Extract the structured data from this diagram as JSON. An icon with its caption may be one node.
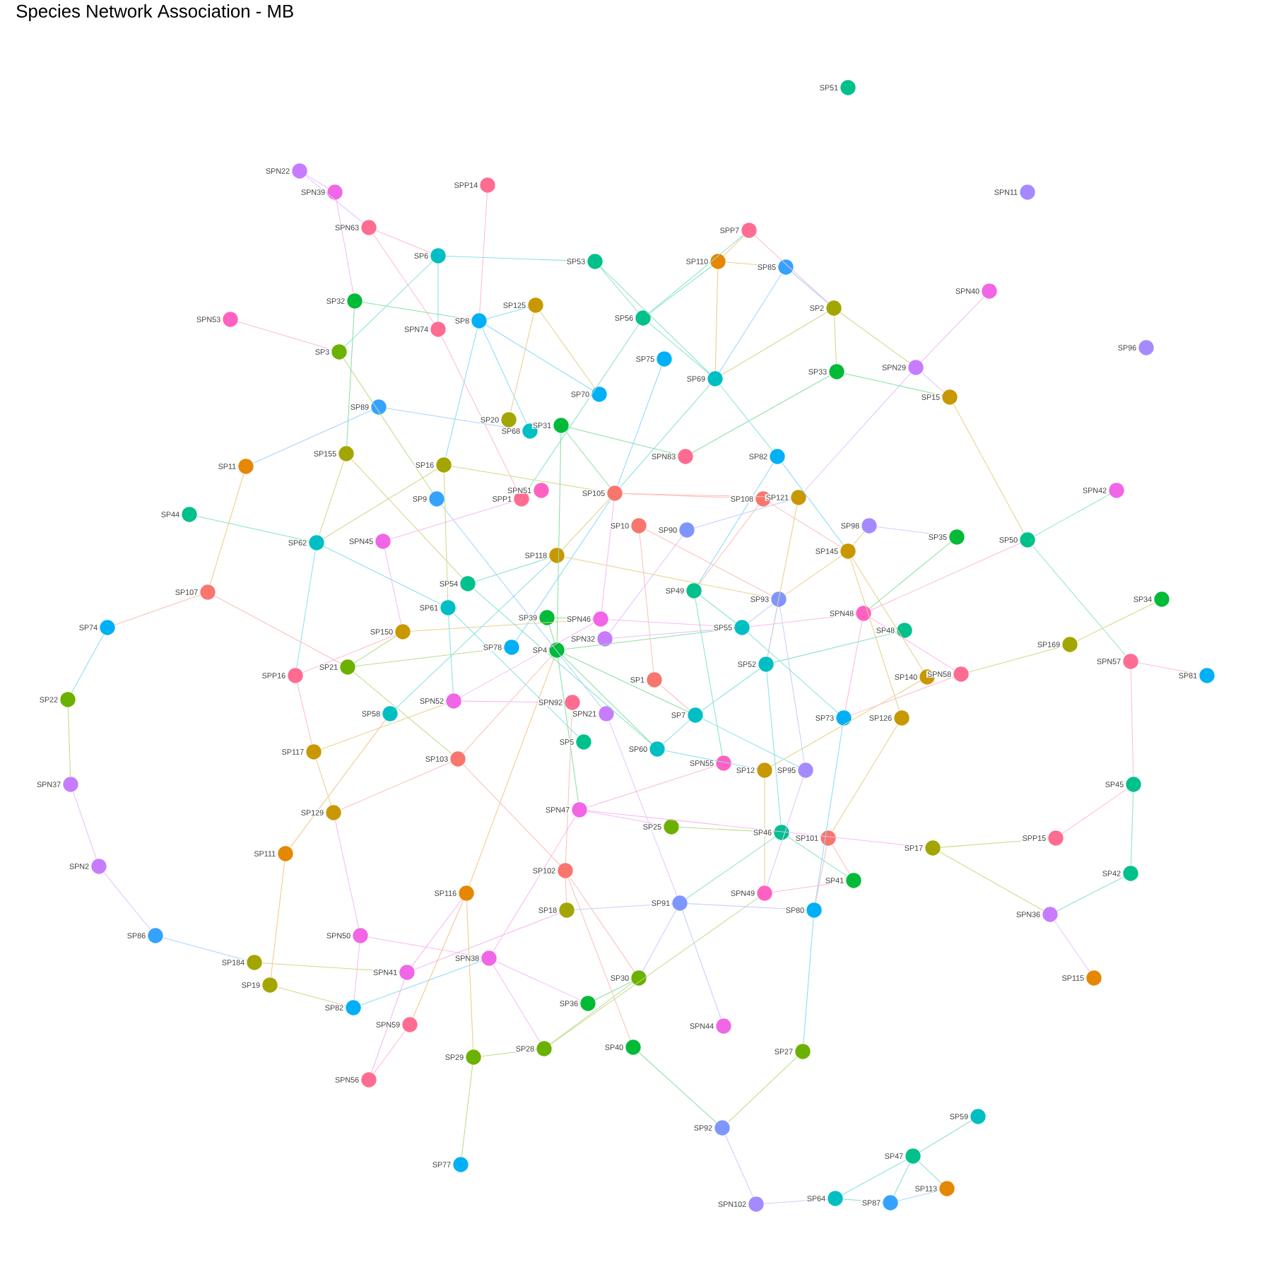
{
  "diagram": {
    "title": "Species Network Association - MB",
    "nodes": [
      {
        "text": [],
        "shape": "circle",
        "beside": [
          "SP51"
        ]
      },
      {
        "text": [],
        "shape": "circle",
        "beside": [
          "SPN22"
        ]
      },
      {
        "text": [],
        "shape": "circle",
        "beside": [
          "SPN39"
        ]
      },
      {
        "text": [],
        "shape": "circle",
        "beside": [
          "SPP14"
        ]
      },
      {
        "text": [],
        "shape": "circle",
        "beside": [
          "SPN11"
        ]
      },
      {
        "text": [],
        "shape": "circle",
        "beside": [
          "SPN63"
        ]
      },
      {
        "text": [],
        "shape": "circle",
        "beside": [
          "SPP7"
        ]
      },
      {
        "text": [],
        "shape": "circle",
        "beside": [
          "SP6"
        ]
      },
      {
        "text": [],
        "shape": "circle",
        "beside": [
          "SP110"
        ]
      },
      {
        "text": [],
        "shape": "circle",
        "beside": [
          "SP53"
        ]
      },
      {
        "text": [],
        "shape": "circle",
        "beside": [
          "SP85"
        ]
      },
      {
        "text": [],
        "shape": "circle",
        "beside": [
          "SPN40"
        ]
      },
      {
        "text": [],
        "shape": "circle",
        "beside": [
          "SP32"
        ]
      },
      {
        "text": [],
        "shape": "circle",
        "beside": [
          "SP125"
        ]
      },
      {
        "text": [],
        "shape": "circle",
        "beside": [
          "SP2"
        ]
      },
      {
        "text": [],
        "shape": "circle",
        "beside": [
          "SPN53"
        ]
      },
      {
        "text": [],
        "shape": "circle",
        "beside": [
          "SPN74"
        ]
      },
      {
        "text": [],
        "shape": "circle",
        "beside": [
          "SP8"
        ]
      },
      {
        "text": [],
        "shape": "circle",
        "beside": [
          "SP56"
        ]
      },
      {
        "text": [],
        "shape": "circle",
        "beside": [
          "SP3"
        ]
      },
      {
        "text": [],
        "shape": "circle",
        "beside": [
          "SP96"
        ]
      },
      {
        "text": [],
        "shape": "circle",
        "beside": [
          "SP75"
        ]
      },
      {
        "text": [],
        "shape": "circle",
        "beside": [
          "SP69"
        ]
      },
      {
        "text": [],
        "shape": "circle",
        "beside": [
          "SP33"
        ]
      },
      {
        "text": [],
        "shape": "circle",
        "beside": [
          "SPN29"
        ]
      },
      {
        "text": [],
        "shape": "circle",
        "beside": [
          "SP15"
        ]
      },
      {
        "text": [],
        "shape": "circle",
        "beside": [
          "SP70"
        ]
      },
      {
        "text": [],
        "shape": "circle",
        "beside": [
          "SP89"
        ]
      },
      {
        "text": [],
        "shape": "circle",
        "beside": [
          "SP20"
        ]
      },
      {
        "text": [],
        "shape": "circle",
        "beside": [
          "SP68"
        ]
      },
      {
        "text": [],
        "shape": "circle",
        "beside": [
          "SP31"
        ]
      },
      {
        "text": [],
        "shape": "circle",
        "beside": [
          "SPN83"
        ]
      },
      {
        "text": [],
        "shape": "circle",
        "beside": [
          "SP82"
        ]
      },
      {
        "text": [],
        "shape": "circle",
        "beside": [
          "SP155"
        ]
      },
      {
        "text": [],
        "shape": "circle",
        "beside": [
          "SP11"
        ]
      },
      {
        "text": [],
        "shape": "circle",
        "beside": [
          "SP16"
        ]
      },
      {
        "text": [],
        "shape": "circle",
        "beside": [
          "SPN51"
        ]
      },
      {
        "text": [],
        "shape": "circle",
        "beside": [
          "SPP1"
        ]
      },
      {
        "text": [],
        "shape": "circle",
        "beside": [
          "SP105"
        ]
      },
      {
        "text": [],
        "shape": "circle",
        "beside": [
          "SP9"
        ]
      },
      {
        "text": [],
        "shape": "circle",
        "beside": [
          "SP108"
        ]
      },
      {
        "text": [],
        "shape": "circle",
        "beside": [
          "SP121"
        ]
      },
      {
        "text": [],
        "shape": "circle",
        "beside": [
          "SPN42"
        ]
      },
      {
        "text": [],
        "shape": "circle",
        "beside": [
          "SP44"
        ]
      },
      {
        "text": [],
        "shape": "circle",
        "beside": [
          "SP10"
        ]
      },
      {
        "text": [],
        "shape": "circle",
        "beside": [
          "SP90"
        ]
      },
      {
        "text": [],
        "shape": "circle",
        "beside": [
          "SP98"
        ]
      },
      {
        "text": [],
        "shape": "circle",
        "beside": [
          "SP35"
        ]
      },
      {
        "text": [],
        "shape": "circle",
        "beside": [
          "SP62"
        ]
      },
      {
        "text": [],
        "shape": "circle",
        "beside": [
          "SPN45"
        ]
      },
      {
        "text": [],
        "shape": "circle",
        "beside": [
          "SP50"
        ]
      },
      {
        "text": [],
        "shape": "circle",
        "beside": [
          "SP107"
        ]
      },
      {
        "text": [],
        "shape": "circle",
        "beside": [
          "SP118"
        ]
      },
      {
        "text": [],
        "shape": "circle",
        "beside": [
          "SP145"
        ]
      },
      {
        "text": [],
        "shape": "circle",
        "beside": [
          "SP54"
        ]
      },
      {
        "text": [],
        "shape": "circle",
        "beside": [
          "SP49"
        ]
      },
      {
        "text": [],
        "shape": "circle",
        "beside": [
          "SP61"
        ]
      },
      {
        "text": [],
        "shape": "circle",
        "beside": [
          "SP93"
        ]
      },
      {
        "text": [],
        "shape": "circle",
        "beside": [
          "SP34"
        ]
      },
      {
        "text": [],
        "shape": "circle",
        "beside": [
          "SP74"
        ]
      },
      {
        "text": [],
        "shape": "circle",
        "beside": [
          "SP39"
        ]
      },
      {
        "text": [],
        "shape": "circle",
        "beside": [
          "SPN46"
        ]
      },
      {
        "text": [],
        "shape": "circle",
        "beside": [
          "SPN48"
        ]
      },
      {
        "text": [],
        "shape": "circle",
        "beside": [
          "SP150"
        ]
      },
      {
        "text": [],
        "shape": "circle",
        "beside": [
          "SP55"
        ]
      },
      {
        "text": [],
        "shape": "circle",
        "beside": [
          "SP48"
        ]
      },
      {
        "text": [],
        "shape": "circle",
        "beside": [
          "SPN32"
        ]
      },
      {
        "text": [],
        "shape": "circle",
        "beside": [
          "SP169"
        ]
      },
      {
        "text": [],
        "shape": "circle",
        "beside": [
          "SP78"
        ]
      },
      {
        "text": [],
        "shape": "circle",
        "beside": [
          "SP4"
        ]
      },
      {
        "text": [],
        "shape": "circle",
        "beside": [
          "SPN57"
        ]
      },
      {
        "text": [],
        "shape": "circle",
        "beside": [
          "SP21"
        ]
      },
      {
        "text": [],
        "shape": "circle",
        "beside": [
          "SPP16"
        ]
      },
      {
        "text": [],
        "shape": "circle",
        "beside": [
          "SP52"
        ]
      },
      {
        "text": [],
        "shape": "circle",
        "beside": [
          "SP81"
        ]
      },
      {
        "text": [],
        "shape": "circle",
        "beside": [
          "SPN58"
        ]
      },
      {
        "text": [],
        "shape": "circle",
        "beside": [
          "SP140"
        ]
      },
      {
        "text": [],
        "shape": "circle",
        "beside": [
          "SP1"
        ]
      },
      {
        "text": [],
        "shape": "circle",
        "beside": [
          "SP22"
        ]
      },
      {
        "text": [],
        "shape": "circle",
        "beside": [
          "SPN52"
        ]
      },
      {
        "text": [],
        "shape": "circle",
        "beside": [
          "SPN92"
        ]
      },
      {
        "text": [],
        "shape": "circle",
        "beside": [
          "SPN21"
        ]
      },
      {
        "text": [],
        "shape": "circle",
        "beside": [
          "SP58"
        ]
      },
      {
        "text": [],
        "shape": "circle",
        "beside": [
          "SP7"
        ]
      },
      {
        "text": [],
        "shape": "circle",
        "beside": [
          "SP73"
        ]
      },
      {
        "text": [],
        "shape": "circle",
        "beside": [
          "SP126"
        ]
      },
      {
        "text": [],
        "shape": "circle",
        "beside": [
          "SP5"
        ]
      },
      {
        "text": [],
        "shape": "circle",
        "beside": [
          "SP60"
        ]
      },
      {
        "text": [],
        "shape": "circle",
        "beside": [
          "SP117"
        ]
      },
      {
        "text": [],
        "shape": "circle",
        "beside": [
          "SP103"
        ]
      },
      {
        "text": [],
        "shape": "circle",
        "beside": [
          "SPN55"
        ]
      },
      {
        "text": [],
        "shape": "circle",
        "beside": [
          "SP12"
        ]
      },
      {
        "text": [],
        "shape": "circle",
        "beside": [
          "SP95"
        ]
      },
      {
        "text": [],
        "shape": "circle",
        "beside": [
          "SPN37"
        ]
      },
      {
        "text": [],
        "shape": "circle",
        "beside": [
          "SP45"
        ]
      },
      {
        "text": [],
        "shape": "circle",
        "beside": [
          "SPN47"
        ]
      },
      {
        "text": [],
        "shape": "circle",
        "beside": [
          "SP129"
        ]
      },
      {
        "text": [],
        "shape": "circle",
        "beside": [
          "SP25"
        ]
      },
      {
        "text": [],
        "shape": "circle",
        "beside": [
          "SP46"
        ]
      },
      {
        "text": [],
        "shape": "circle",
        "beside": [
          "SP101"
        ]
      },
      {
        "text": [],
        "shape": "circle",
        "beside": [
          "SPP15"
        ]
      },
      {
        "text": [],
        "shape": "circle",
        "beside": [
          "SP17"
        ]
      },
      {
        "text": [],
        "shape": "circle",
        "beside": [
          "SP111"
        ]
      },
      {
        "text": [],
        "shape": "circle",
        "beside": [
          "SPN2"
        ]
      },
      {
        "text": [],
        "shape": "circle",
        "beside": [
          "SP102"
        ]
      },
      {
        "text": [],
        "shape": "circle",
        "beside": [
          "SP42"
        ]
      },
      {
        "text": [],
        "shape": "circle",
        "beside": [
          "SP41"
        ]
      },
      {
        "text": [],
        "shape": "circle",
        "beside": [
          "SPN49"
        ]
      },
      {
        "text": [],
        "shape": "circle",
        "beside": [
          "SP116"
        ]
      },
      {
        "text": [],
        "shape": "circle",
        "beside": [
          "SP91"
        ]
      },
      {
        "text": [],
        "shape": "circle",
        "beside": [
          "SP80"
        ]
      },
      {
        "text": [],
        "shape": "circle",
        "beside": [
          "SP18"
        ]
      },
      {
        "text": [],
        "shape": "circle",
        "beside": [
          "SPN36"
        ]
      },
      {
        "text": [],
        "shape": "circle",
        "beside": [
          "SP86"
        ]
      },
      {
        "text": [],
        "shape": "circle",
        "beside": [
          "SPN50"
        ]
      },
      {
        "text": [],
        "shape": "circle",
        "beside": [
          "SP184"
        ]
      },
      {
        "text": [],
        "shape": "circle",
        "beside": [
          "SPN38"
        ]
      },
      {
        "text": [],
        "shape": "circle",
        "beside": [
          "SPN41"
        ]
      },
      {
        "text": [],
        "shape": "circle",
        "beside": [
          "SP30"
        ]
      },
      {
        "text": [],
        "shape": "circle",
        "beside": [
          "SP19"
        ]
      },
      {
        "text": [],
        "shape": "circle",
        "beside": [
          "SP115"
        ]
      },
      {
        "text": [],
        "shape": "circle",
        "beside": [
          "SP82"
        ]
      },
      {
        "text": [],
        "shape": "circle",
        "beside": [
          "SP36"
        ]
      },
      {
        "text": [],
        "shape": "circle",
        "beside": [
          "SPN59"
        ]
      },
      {
        "text": [],
        "shape": "circle",
        "beside": [
          "SPN44"
        ]
      },
      {
        "text": [],
        "shape": "circle",
        "beside": [
          "SP29"
        ]
      },
      {
        "text": [],
        "shape": "circle",
        "beside": [
          "SP28"
        ]
      },
      {
        "text": [],
        "shape": "circle",
        "beside": [
          "SP40"
        ]
      },
      {
        "text": [],
        "shape": "circle",
        "beside": [
          "SP27"
        ]
      },
      {
        "text": [],
        "shape": "circle",
        "beside": [
          "SPN56"
        ]
      },
      {
        "text": [],
        "shape": "circle",
        "beside": [
          "SP59"
        ]
      },
      {
        "text": [],
        "shape": "circle",
        "beside": [
          "SP92"
        ]
      },
      {
        "text": [],
        "shape": "circle",
        "beside": [
          "SP47"
        ]
      },
      {
        "text": [],
        "shape": "circle",
        "beside": [
          "SP77"
        ]
      },
      {
        "text": [],
        "shape": "circle",
        "beside": [
          "SP113"
        ]
      },
      {
        "text": [],
        "shape": "circle",
        "beside": [
          "SP64"
        ]
      },
      {
        "text": [],
        "shape": "circle",
        "beside": [
          "SP87"
        ]
      },
      {
        "text": [],
        "shape": "circle",
        "beside": [
          "SPN102"
        ]
      }
    ],
    "edges": [
      {
        "from": 1,
        "to": 2,
        "arrow": "none",
        "color": "#e6c4ff"
      },
      {
        "from": 1,
        "to": 5,
        "arrow": "none",
        "color": "#e6c4ff"
      },
      {
        "from": 2,
        "to": 12,
        "arrow": "none",
        "color": "#f8baf4"
      },
      {
        "from": 5,
        "to": 7,
        "arrow": "none",
        "color": "#ffbdce"
      },
      {
        "from": 5,
        "to": 16,
        "arrow": "none",
        "color": "#ffbdce"
      },
      {
        "from": 16,
        "to": 37,
        "arrow": "none",
        "color": "#ffbdce"
      },
      {
        "from": 3,
        "to": 17,
        "arrow": "none",
        "color": "#ffbdce"
      },
      {
        "from": 7,
        "to": 9,
        "arrow": "none",
        "color": "#8ce2e4"
      },
      {
        "from": 7,
        "to": 16,
        "arrow": "none",
        "color": "#8ce2e4"
      },
      {
        "from": 7,
        "to": 19,
        "arrow": "none",
        "color": "#8ce2e4"
      },
      {
        "from": 12,
        "to": 17,
        "arrow": "none",
        "color": "#8ce0a5"
      },
      {
        "from": 12,
        "to": 33,
        "arrow": "none",
        "color": "#8ce0a5"
      },
      {
        "from": 15,
        "to": 19,
        "arrow": "none",
        "color": "#ffb8e4"
      },
      {
        "from": 19,
        "to": 39,
        "arrow": "none",
        "color": "#bcdc8c"
      },
      {
        "from": 17,
        "to": 13,
        "arrow": "none",
        "color": "#8cdbfb"
      },
      {
        "from": 17,
        "to": 26,
        "arrow": "none",
        "color": "#8cdbfb"
      },
      {
        "from": 17,
        "to": 29,
        "arrow": "none",
        "color": "#8cdbfb"
      },
      {
        "from": 17,
        "to": 35,
        "arrow": "none",
        "color": "#8cdbfb"
      },
      {
        "from": 13,
        "to": 28,
        "arrow": "none",
        "color": "#e7d18c"
      },
      {
        "from": 13,
        "to": 26,
        "arrow": "none",
        "color": "#e7d18c"
      },
      {
        "from": 27,
        "to": 29,
        "arrow": "none",
        "color": "#a4d5ff"
      },
      {
        "from": 27,
        "to": 34,
        "arrow": "none",
        "color": "#a4d5ff"
      },
      {
        "from": 30,
        "to": 31,
        "arrow": "none",
        "color": "#8ce0a5"
      },
      {
        "from": 30,
        "to": 38,
        "arrow": "none",
        "color": "#8ce0a5"
      },
      {
        "from": 18,
        "to": 37,
        "arrow": "none",
        "color": "#8ce3cb"
      },
      {
        "from": 9,
        "to": 18,
        "arrow": "none",
        "color": "#8ce3cb"
      },
      {
        "from": 9,
        "to": 22,
        "arrow": "none",
        "color": "#8ce3cb"
      },
      {
        "from": 18,
        "to": 6,
        "arrow": "none",
        "color": "#8ce3cb"
      },
      {
        "from": 18,
        "to": 8,
        "arrow": "none",
        "color": "#8ce3cb"
      },
      {
        "from": 18,
        "to": 22,
        "arrow": "none",
        "color": "#8ce3cb"
      },
      {
        "from": 8,
        "to": 6,
        "arrow": "none",
        "color": "#f3c98c"
      },
      {
        "from": 8,
        "to": 10,
        "arrow": "none",
        "color": "#f3c98c"
      },
      {
        "from": 8,
        "to": 22,
        "arrow": "none",
        "color": "#f3c98c"
      },
      {
        "from": 6,
        "to": 14,
        "arrow": "none",
        "color": "#ffbdce"
      },
      {
        "from": 10,
        "to": 14,
        "arrow": "none",
        "color": "#a4d5ff"
      },
      {
        "from": 10,
        "to": 22,
        "arrow": "none",
        "color": "#a4d5ff"
      },
      {
        "from": 14,
        "to": 22,
        "arrow": "none",
        "color": "#d6d68c"
      },
      {
        "from": 14,
        "to": 23,
        "arrow": "none",
        "color": "#d6d68c"
      },
      {
        "from": 14,
        "to": 24,
        "arrow": "none",
        "color": "#d6d68c"
      },
      {
        "from": 24,
        "to": 25,
        "arrow": "none",
        "color": "#e6c4ff"
      },
      {
        "from": 11,
        "to": 24,
        "arrow": "none",
        "color": "#f8baf4"
      },
      {
        "from": 24,
        "to": 41,
        "arrow": "none",
        "color": "#e6c4ff"
      },
      {
        "from": 23,
        "to": 25,
        "arrow": "none",
        "color": "#8ce0a5"
      },
      {
        "from": 23,
        "to": 31,
        "arrow": "none",
        "color": "#8ce0a5"
      },
      {
        "from": 22,
        "to": 32,
        "arrow": "none",
        "color": "#8ce2e4"
      },
      {
        "from": 22,
        "to": 38,
        "arrow": "none",
        "color": "#8ce2e4"
      },
      {
        "from": 21,
        "to": 38,
        "arrow": "none",
        "color": "#8cdbfb"
      },
      {
        "from": 25,
        "to": 50,
        "arrow": "none",
        "color": "#e7d18c"
      },
      {
        "from": 32,
        "to": 55,
        "arrow": "none",
        "color": "#8cdbfb"
      },
      {
        "from": 32,
        "to": 53,
        "arrow": "none",
        "color": "#8cdbfb"
      },
      {
        "from": 38,
        "to": 40,
        "arrow": "none",
        "color": "#fcc1bd"
      },
      {
        "from": 38,
        "to": 41,
        "arrow": "none",
        "color": "#fcc1bd"
      },
      {
        "from": 35,
        "to": 38,
        "arrow": "none",
        "color": "#d6d68c"
      },
      {
        "from": 35,
        "to": 48,
        "arrow": "none",
        "color": "#d6d68c"
      },
      {
        "from": 35,
        "to": 56,
        "arrow": "none",
        "color": "#d6d68c"
      },
      {
        "from": 33,
        "to": 48,
        "arrow": "none",
        "color": "#d6d68c"
      },
      {
        "from": 33,
        "to": 54,
        "arrow": "none",
        "color": "#d6d68c"
      },
      {
        "from": 34,
        "to": 51,
        "arrow": "none",
        "color": "#f3c98c"
      },
      {
        "from": 43,
        "to": 48,
        "arrow": "none",
        "color": "#8ce3cb"
      },
      {
        "from": 48,
        "to": 56,
        "arrow": "none",
        "color": "#8ce2e4"
      },
      {
        "from": 48,
        "to": 72,
        "arrow": "none",
        "color": "#8ce2e4"
      },
      {
        "from": 49,
        "to": 37,
        "arrow": "none",
        "color": "#f8baf4"
      },
      {
        "from": 49,
        "to": 63,
        "arrow": "none",
        "color": "#f8baf4"
      },
      {
        "from": 51,
        "to": 59,
        "arrow": "none",
        "color": "#fcc1bd"
      },
      {
        "from": 51,
        "to": 71,
        "arrow": "none",
        "color": "#fcc1bd"
      },
      {
        "from": 59,
        "to": 78,
        "arrow": "none",
        "color": "#8cdbfb"
      },
      {
        "from": 78,
        "to": 93,
        "arrow": "none",
        "color": "#bcdc8c"
      },
      {
        "from": 93,
        "to": 103,
        "arrow": "none",
        "color": "#e6c4ff"
      },
      {
        "from": 103,
        "to": 113,
        "arrow": "none",
        "color": "#e6c4ff"
      },
      {
        "from": 113,
        "to": 115,
        "arrow": "none",
        "color": "#a4d5ff"
      },
      {
        "from": 115,
        "to": 117,
        "arrow": "none",
        "color": "#d6d68c"
      },
      {
        "from": 102,
        "to": 119,
        "arrow": "none",
        "color": "#f3c98c"
      },
      {
        "from": 102,
        "to": 82,
        "arrow": "none",
        "color": "#f3c98c"
      },
      {
        "from": 119,
        "to": 121,
        "arrow": "none",
        "color": "#d6d68c"
      },
      {
        "from": 114,
        "to": 121,
        "arrow": "none",
        "color": "#f8baf4"
      },
      {
        "from": 114,
        "to": 96,
        "arrow": "none",
        "color": "#f8baf4"
      },
      {
        "from": 114,
        "to": 116,
        "arrow": "none",
        "color": "#f8baf4"
      },
      {
        "from": 121,
        "to": 116,
        "arrow": "none",
        "color": "#8cdbfb"
      },
      {
        "from": 117,
        "to": 108,
        "arrow": "none",
        "color": "#f8baf4"
      },
      {
        "from": 117,
        "to": 111,
        "arrow": "none",
        "color": "#f8baf4"
      },
      {
        "from": 117,
        "to": 129,
        "arrow": "none",
        "color": "#f8baf4"
      },
      {
        "from": 108,
        "to": 123,
        "arrow": "none",
        "color": "#f3c98c"
      },
      {
        "from": 123,
        "to": 129,
        "arrow": "none",
        "color": "#ffbdce"
      },
      {
        "from": 108,
        "to": 125,
        "arrow": "none",
        "color": "#f3c98c"
      },
      {
        "from": 108,
        "to": 69,
        "arrow": "none",
        "color": "#f3c98c"
      },
      {
        "from": 116,
        "to": 122,
        "arrow": "none",
        "color": "#f8baf4"
      },
      {
        "from": 116,
        "to": 126,
        "arrow": "none",
        "color": "#f8baf4"
      },
      {
        "from": 116,
        "to": 95,
        "arrow": "none",
        "color": "#f8baf4"
      },
      {
        "from": 125,
        "to": 126,
        "arrow": "none",
        "color": "#bcdc8c"
      },
      {
        "from": 125,
        "to": 133,
        "arrow": "none",
        "color": "#bcdc8c"
      },
      {
        "from": 126,
        "to": 118,
        "arrow": "none",
        "color": "#bcdc8c"
      },
      {
        "from": 126,
        "to": 107,
        "arrow": "none",
        "color": "#bcdc8c"
      },
      {
        "from": 122,
        "to": 118,
        "arrow": "none",
        "color": "#8ce0a5"
      },
      {
        "from": 104,
        "to": 127,
        "arrow": "none",
        "color": "#fcc1bd"
      },
      {
        "from": 104,
        "to": 111,
        "arrow": "none",
        "color": "#fcc1bd"
      },
      {
        "from": 104,
        "to": 118,
        "arrow": "none",
        "color": "#fcc1bd"
      },
      {
        "from": 104,
        "to": 80,
        "arrow": "none",
        "color": "#fcc1bd"
      },
      {
        "from": 89,
        "to": 96,
        "arrow": "none",
        "color": "#fcc1bd"
      },
      {
        "from": 89,
        "to": 104,
        "arrow": "none",
        "color": "#fcc1bd"
      },
      {
        "from": 89,
        "to": 69,
        "arrow": "none",
        "color": "#fcc1bd"
      },
      {
        "from": 88,
        "to": 79,
        "arrow": "none",
        "color": "#e7d18c"
      },
      {
        "from": 72,
        "to": 88,
        "arrow": "none",
        "color": "#ffbdce"
      },
      {
        "from": 88,
        "to": 96,
        "arrow": "none",
        "color": "#e7d18c"
      },
      {
        "from": 71,
        "to": 63,
        "arrow": "none",
        "color": "#bcdc8c"
      },
      {
        "from": 71,
        "to": 68,
        "arrow": "none",
        "color": "#bcdc8c"
      },
      {
        "from": 72,
        "to": 63,
        "arrow": "none",
        "color": "#ffbdce"
      },
      {
        "from": 71,
        "to": 89,
        "arrow": "none",
        "color": "#bcdc8c"
      },
      {
        "from": 63,
        "to": 61,
        "arrow": "none",
        "color": "#e7d18c"
      },
      {
        "from": 54,
        "to": 52,
        "arrow": "none",
        "color": "#8ce3cb"
      },
      {
        "from": 54,
        "to": 87,
        "arrow": "none",
        "color": "#8ce3cb"
      },
      {
        "from": 56,
        "to": 79,
        "arrow": "none",
        "color": "#8ce2e4"
      },
      {
        "from": 56,
        "to": 86,
        "arrow": "none",
        "color": "#8ce2e4"
      },
      {
        "from": 39,
        "to": 81,
        "arrow": "none",
        "color": "#a4d5ff"
      },
      {
        "from": 79,
        "to": 80,
        "arrow": "none",
        "color": "#f8baf4"
      },
      {
        "from": 79,
        "to": 61,
        "arrow": "none",
        "color": "#f8baf4"
      },
      {
        "from": 82,
        "to": 52,
        "arrow": "none",
        "color": "#8ce2e4"
      },
      {
        "from": 68,
        "to": 38,
        "arrow": "none",
        "color": "#8cdbfb"
      },
      {
        "from": 69,
        "to": 60,
        "arrow": "none",
        "color": "#8ce0a5"
      },
      {
        "from": 69,
        "to": 64,
        "arrow": "none",
        "color": "#8ce0a5"
      },
      {
        "from": 69,
        "to": 83,
        "arrow": "none",
        "color": "#8ce0a5"
      },
      {
        "from": 69,
        "to": 87,
        "arrow": "none",
        "color": "#8ce0a5"
      },
      {
        "from": 69,
        "to": 95,
        "arrow": "none",
        "color": "#8ce0a5"
      },
      {
        "from": 69,
        "to": 30,
        "arrow": "none",
        "color": "#8ce0a5"
      },
      {
        "from": 60,
        "to": 61,
        "arrow": "none",
        "color": "#8ce0a5"
      },
      {
        "from": 52,
        "to": 38,
        "arrow": "none",
        "color": "#e7d18c"
      },
      {
        "from": 52,
        "to": 57,
        "arrow": "none",
        "color": "#e7d18c"
      },
      {
        "from": 61,
        "to": 64,
        "arrow": "none",
        "color": "#f8baf4"
      },
      {
        "from": 61,
        "to": 38,
        "arrow": "none",
        "color": "#f8baf4"
      },
      {
        "from": 66,
        "to": 64,
        "arrow": "none",
        "color": "#e6c4ff"
      },
      {
        "from": 66,
        "to": 45,
        "arrow": "none",
        "color": "#e6c4ff"
      },
      {
        "from": 44,
        "to": 77,
        "arrow": "none",
        "color": "#fcc1bd"
      },
      {
        "from": 44,
        "to": 57,
        "arrow": "none",
        "color": "#fcc1bd"
      },
      {
        "from": 45,
        "to": 41,
        "arrow": "none",
        "color": "#c5d0ff"
      },
      {
        "from": 55,
        "to": 64,
        "arrow": "none",
        "color": "#8ce3cb"
      },
      {
        "from": 55,
        "to": 90,
        "arrow": "none",
        "color": "#8ce3cb"
      },
      {
        "from": 40,
        "to": 55,
        "arrow": "none",
        "color": "#fcc1bd"
      },
      {
        "from": 40,
        "to": 53,
        "arrow": "none",
        "color": "#fcc1bd"
      },
      {
        "from": 41,
        "to": 73,
        "arrow": "none",
        "color": "#e7d18c"
      },
      {
        "from": 53,
        "to": 46,
        "arrow": "none",
        "color": "#e7d18c"
      },
      {
        "from": 53,
        "to": 57,
        "arrow": "none",
        "color": "#e7d18c"
      },
      {
        "from": 53,
        "to": 76,
        "arrow": "none",
        "color": "#e7d18c"
      },
      {
        "from": 53,
        "to": 85,
        "arrow": "none",
        "color": "#e7d18c"
      },
      {
        "from": 46,
        "to": 47,
        "arrow": "none",
        "color": "#d6caff"
      },
      {
        "from": 47,
        "to": 62,
        "arrow": "none",
        "color": "#8ce0a5"
      },
      {
        "from": 62,
        "to": 50,
        "arrow": "none",
        "color": "#ffb8e4"
      },
      {
        "from": 62,
        "to": 64,
        "arrow": "none",
        "color": "#ffb8e4"
      },
      {
        "from": 62,
        "to": 75,
        "arrow": "none",
        "color": "#ffb8e4"
      },
      {
        "from": 62,
        "to": 84,
        "arrow": "none",
        "color": "#ffb8e4"
      },
      {
        "from": 57,
        "to": 73,
        "arrow": "none",
        "color": "#c5d0ff"
      },
      {
        "from": 57,
        "to": 92,
        "arrow": "none",
        "color": "#c5d0ff"
      },
      {
        "from": 57,
        "to": 64,
        "arrow": "none",
        "color": "#c5d0ff"
      },
      {
        "from": 64,
        "to": 84,
        "arrow": "none",
        "color": "#8ce2e4"
      },
      {
        "from": 65,
        "to": 73,
        "arrow": "none",
        "color": "#8ce3cb"
      },
      {
        "from": 50,
        "to": 42,
        "arrow": "none",
        "color": "#8ce3cb"
      },
      {
        "from": 50,
        "to": 70,
        "arrow": "none",
        "color": "#8ce3cb"
      },
      {
        "from": 67,
        "to": 58,
        "arrow": "none",
        "color": "#d6d68c"
      },
      {
        "from": 67,
        "to": 75,
        "arrow": "none",
        "color": "#d6d68c"
      },
      {
        "from": 70,
        "to": 74,
        "arrow": "none",
        "color": "#ffbdce"
      },
      {
        "from": 70,
        "to": 94,
        "arrow": "none",
        "color": "#ffbdce"
      },
      {
        "from": 76,
        "to": 91,
        "arrow": "none",
        "color": "#e7d18c"
      },
      {
        "from": 75,
        "to": 84,
        "arrow": "none",
        "color": "#ffbdce"
      },
      {
        "from": 85,
        "to": 99,
        "arrow": "none",
        "color": "#e7d18c"
      },
      {
        "from": 83,
        "to": 73,
        "arrow": "none",
        "color": "#8ce2e4"
      },
      {
        "from": 83,
        "to": 92,
        "arrow": "none",
        "color": "#8ce2e4"
      },
      {
        "from": 83,
        "to": 87,
        "arrow": "none",
        "color": "#8ce2e4"
      },
      {
        "from": 87,
        "to": 91,
        "arrow": "none",
        "color": "#8ce2e4"
      },
      {
        "from": 77,
        "to": 83,
        "arrow": "none",
        "color": "#fcc1bd"
      },
      {
        "from": 90,
        "to": 95,
        "arrow": "none",
        "color": "#ffb8e4"
      },
      {
        "from": 91,
        "to": 107,
        "arrow": "none",
        "color": "#e7d18c"
      },
      {
        "from": 92,
        "to": 107,
        "arrow": "none",
        "color": "#d6caff"
      },
      {
        "from": 73,
        "to": 98,
        "arrow": "none",
        "color": "#8ce2e4"
      },
      {
        "from": 84,
        "to": 110,
        "arrow": "none",
        "color": "#8cdbfb"
      },
      {
        "from": 95,
        "to": 97,
        "arrow": "none",
        "color": "#f8baf4"
      },
      {
        "from": 95,
        "to": 101,
        "arrow": "none",
        "color": "#f8baf4"
      },
      {
        "from": 97,
        "to": 98,
        "arrow": "none",
        "color": "#bcdc8c"
      },
      {
        "from": 98,
        "to": 106,
        "arrow": "none",
        "color": "#8ce3cb"
      },
      {
        "from": 98,
        "to": 109,
        "arrow": "none",
        "color": "#8ce3cb"
      },
      {
        "from": 99,
        "to": 110,
        "arrow": "none",
        "color": "#fcc1bd"
      },
      {
        "from": 99,
        "to": 106,
        "arrow": "none",
        "color": "#fcc1bd"
      },
      {
        "from": 107,
        "to": 106,
        "arrow": "none",
        "color": "#ffb8e4"
      },
      {
        "from": 109,
        "to": 110,
        "arrow": "none",
        "color": "#c5d0ff"
      },
      {
        "from": 109,
        "to": 111,
        "arrow": "none",
        "color": "#c5d0ff"
      },
      {
        "from": 109,
        "to": 124,
        "arrow": "none",
        "color": "#c5d0ff"
      },
      {
        "from": 109,
        "to": 118,
        "arrow": "none",
        "color": "#c5d0ff"
      },
      {
        "from": 101,
        "to": 100,
        "arrow": "none",
        "color": "#d6d68c"
      },
      {
        "from": 101,
        "to": 112,
        "arrow": "none",
        "color": "#d6d68c"
      },
      {
        "from": 100,
        "to": 94,
        "arrow": "none",
        "color": "#ffbdce"
      },
      {
        "from": 94,
        "to": 105,
        "arrow": "none",
        "color": "#8ce3cb"
      },
      {
        "from": 105,
        "to": 112,
        "arrow": "none",
        "color": "#8ce3cb"
      },
      {
        "from": 112,
        "to": 120,
        "arrow": "none",
        "color": "#e6c4ff"
      },
      {
        "from": 110,
        "to": 128,
        "arrow": "none",
        "color": "#8cdbfb"
      },
      {
        "from": 128,
        "to": 131,
        "arrow": "none",
        "color": "#bcdc8c"
      },
      {
        "from": 127,
        "to": 131,
        "arrow": "none",
        "color": "#8ce0a5"
      },
      {
        "from": 131,
        "to": 137,
        "arrow": "none",
        "color": "#c5d0ff"
      },
      {
        "from": 137,
        "to": 135,
        "arrow": "none",
        "color": "#d6caff"
      },
      {
        "from": 135,
        "to": 136,
        "arrow": "none",
        "color": "#8ce2e4"
      },
      {
        "from": 135,
        "to": 132,
        "arrow": "none",
        "color": "#8ce2e4"
      },
      {
        "from": 132,
        "to": 136,
        "arrow": "none",
        "color": "#8ce3cb"
      },
      {
        "from": 132,
        "to": 130,
        "arrow": "none",
        "color": "#8ce3cb"
      },
      {
        "from": 132,
        "to": 134,
        "arrow": "none",
        "color": "#8ce3cb"
      },
      {
        "from": 136,
        "to": 134,
        "arrow": "none",
        "color": "#a4d5ff"
      },
      {
        "from": 81,
        "to": 109,
        "arrow": "none",
        "color": "#e6c4ff"
      }
    ]
  }
}
